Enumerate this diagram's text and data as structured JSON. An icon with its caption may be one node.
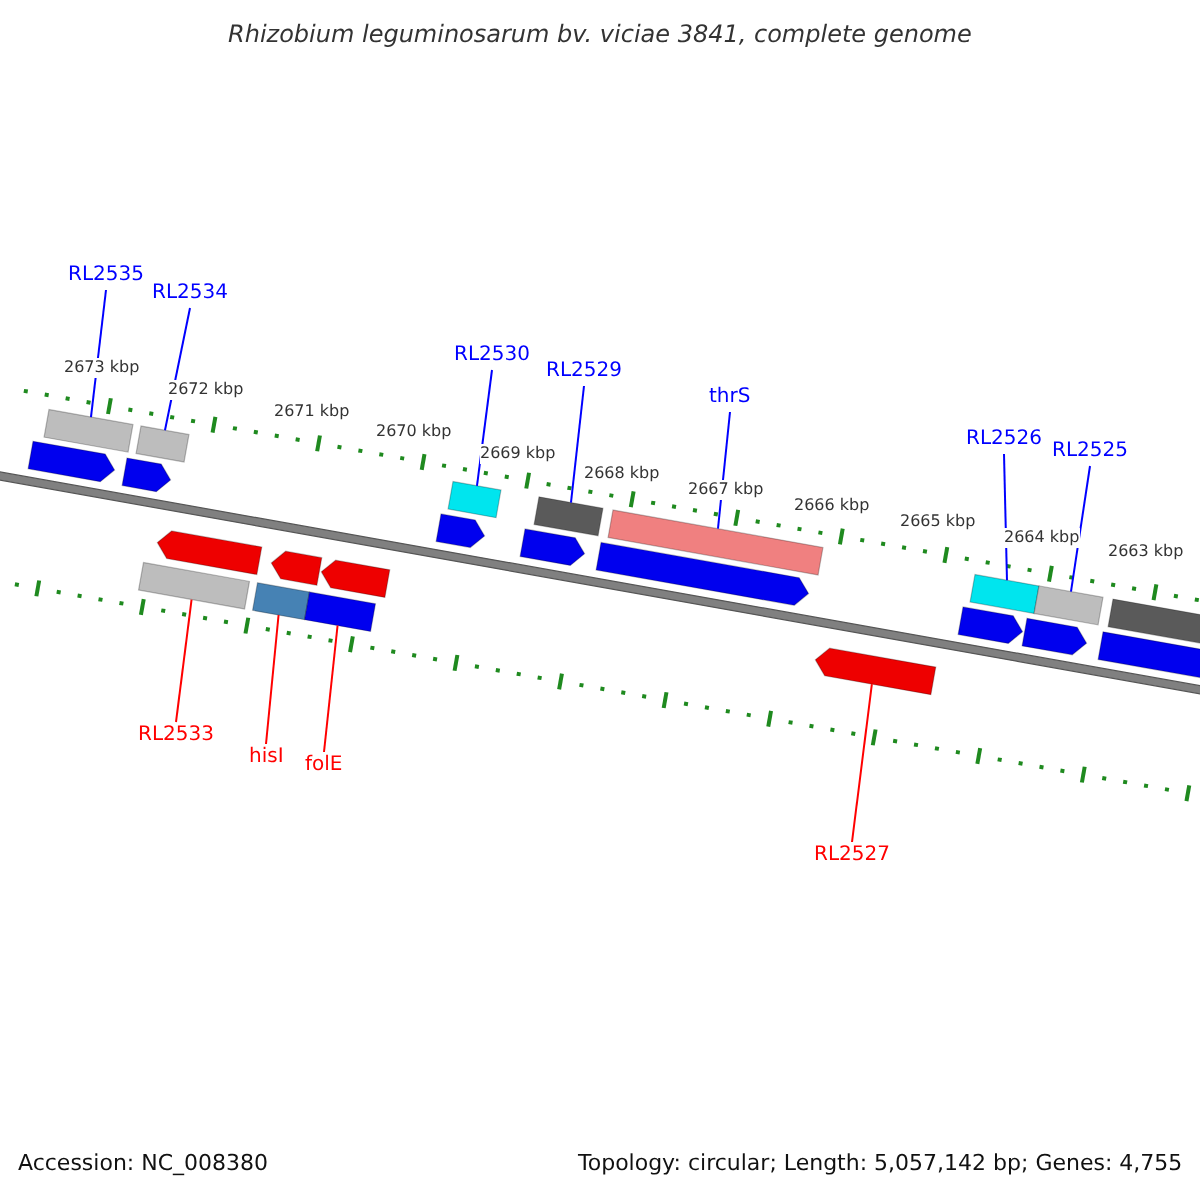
{
  "diagram": {
    "title": "Rhizobium leguminosarum bv. viciae 3841, complete genome",
    "nodes": [
      {
        "text": [
          "RL2535"
        ]
      },
      {
        "text": [
          "RL2534"
        ]
      },
      {
        "text": [
          "RL2530"
        ]
      },
      {
        "text": [
          "RL2529"
        ]
      },
      {
        "text": [
          "thrS"
        ]
      },
      {
        "text": [
          "RL2526"
        ]
      },
      {
        "text": [
          "RL2525"
        ]
      },
      {
        "text": [
          "RL2533"
        ]
      },
      {
        "text": [
          "hisI"
        ]
      },
      {
        "text": [
          "folE"
        ]
      },
      {
        "text": [
          "RL2527"
        ]
      },
      {
        "text": [],
        "shape": "box"
      },
      {
        "text": [],
        "shape": "box"
      },
      {
        "text": [],
        "shape": "box"
      },
      {
        "text": [],
        "shape": "box"
      },
      {
        "text": [],
        "shape": "box"
      },
      {
        "text": [],
        "shape": "box"
      },
      {
        "text": [],
        "shape": "box"
      },
      {
        "text": [],
        "shape": "box"
      },
      {
        "text": [],
        "shape": "arrow"
      },
      {
        "text": [],
        "shape": "arrow"
      },
      {
        "text": [],
        "shape": "arrow"
      },
      {
        "text": [],
        "shape": "arrow"
      },
      {
        "text": [],
        "shape": "arrow"
      },
      {
        "text": [],
        "shape": "arrow"
      },
      {
        "text": [],
        "shape": "arrow"
      },
      {
        "text": [],
        "shape": "arrow"
      },
      {
        "text": [],
        "shape": "arrow"
      },
      {
        "text": [],
        "shape": "arrow"
      },
      {
        "text": [],
        "shape": "arrow"
      },
      {
        "text": [],
        "shape": "arrow"
      },
      {
        "text": [],
        "shape": "box"
      },
      {
        "text": [],
        "shape": "box"
      },
      {
        "text": [],
        "shape": "box"
      }
    ],
    "edges": [
      {
        "from": 0,
        "to": 11,
        "arrow": "none"
      },
      {
        "from": 1,
        "to": 12,
        "arrow": "none"
      },
      {
        "from": 2,
        "to": 13,
        "arrow": "none"
      },
      {
        "from": 3,
        "to": 14,
        "arrow": "none"
      },
      {
        "from": 4,
        "to": 15,
        "arrow": "none"
      },
      {
        "from": 5,
        "to": 16,
        "arrow": "none"
      },
      {
        "from": 6,
        "to": 17,
        "arrow": "none"
      },
      {
        "from": 7,
        "to": 31,
        "arrow": "none",
        "color": "#ff0000"
      },
      {
        "from": 8,
        "to": 32,
        "arrow": "none",
        "color": "#ff0000"
      },
      {
        "from": 9,
        "to": 33,
        "arrow": "none",
        "color": "#ff0000"
      },
      {
        "from": 10,
        "to": 30,
        "arrow": "none",
        "color": "#ff0000"
      }
    ],
    "labels": [
      "2673 kbp",
      "2672 kbp",
      "2671 kbp",
      "2670 kbp",
      "2669 kbp",
      "2668 kbp",
      "2667 kbp",
      "2666 kbp",
      "2665 kbp",
      "2664 kbp",
      "2663 kbp",
      "Accession: NC_008380",
      "Topology: circular; Length: 5,057,142 bp; Genes: 4,755"
    ]
  }
}
